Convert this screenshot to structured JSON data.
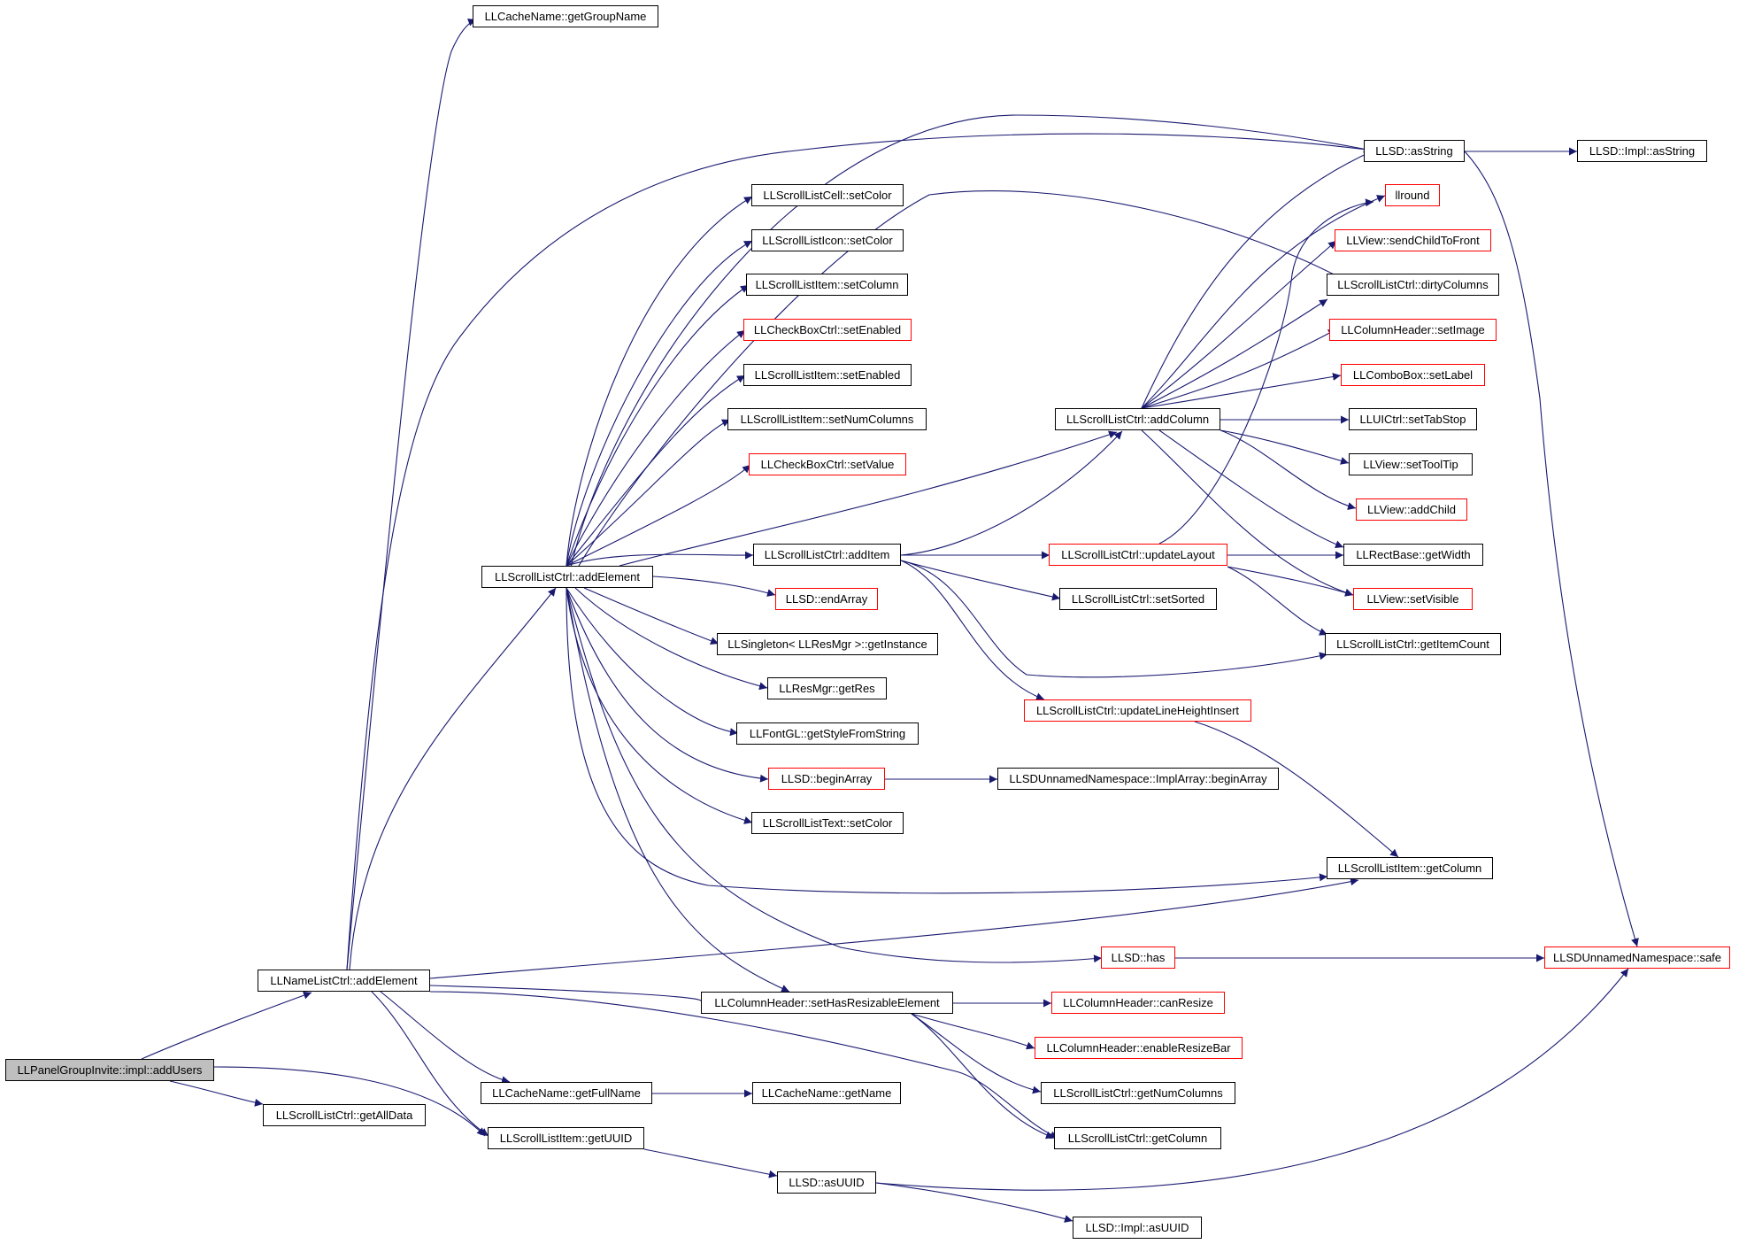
{
  "colors": {
    "edge": "#191970",
    "normal_border": "#000000",
    "truncated_border": "#ff0000",
    "root_fill": "#bfbfbf"
  },
  "nodes": {
    "n_getgroupname": "LLCacheName::getGroupName",
    "n_asstring": "LLSD::asString",
    "n_impl_asstring": "LLSD::Impl::asString",
    "n_cell_setcolor": "LLScrollListCell::setColor",
    "n_llround": "llround",
    "n_icon_setcolor": "LLScrollListIcon::setColor",
    "n_sendchildtofront": "LLView::sendChildToFront",
    "n_item_setcolumn": "LLScrollListItem::setColumn",
    "n_dirtycolumns": "LLScrollListCtrl::dirtyColumns",
    "n_checkbox_setenabled": "LLCheckBoxCtrl::setEnabled",
    "n_setimage": "LLColumnHeader::setImage",
    "n_item_setenabled": "LLScrollListItem::setEnabled",
    "n_combobox_setlabel": "LLComboBox::setLabel",
    "n_setnumcolumns": "LLScrollListItem::setNumColumns",
    "n_addcolumn": "LLScrollListCtrl::addColumn",
    "n_settabstop": "LLUICtrl::setTabStop",
    "n_checkbox_setvalue": "LLCheckBoxCtrl::setValue",
    "n_settooltip": "LLView::setToolTip",
    "n_addchild": "LLView::addChild",
    "n_additem": "LLScrollListCtrl::addItem",
    "n_updatelayout": "LLScrollListCtrl::updateLayout",
    "n_getwidth": "LLRectBase::getWidth",
    "n_ctrl_addelement": "LLScrollListCtrl::addElement",
    "n_endarray": "LLSD::endArray",
    "n_setsorted": "LLScrollListCtrl::setSorted",
    "n_setvisible": "LLView::setVisible",
    "n_getinstance": "LLSingleton< LLResMgr >::getInstance",
    "n_getitemcount": "LLScrollListCtrl::getItemCount",
    "n_getres": "LLResMgr::getRes",
    "n_updatelineheight": "LLScrollListCtrl::updateLineHeightInsert",
    "n_getstylefromstring": "LLFontGL::getStyleFromString",
    "n_beginarray": "LLSD::beginArray",
    "n_implarray_beginarray": "LLSDUnnamedNamespace::ImplArray::beginArray",
    "n_text_setcolor": "LLScrollListText::setColor",
    "n_item_getcolumn": "LLScrollListItem::getColumn",
    "n_llsd_has": "LLSD::has",
    "n_safe": "LLSDUnnamedNamespace::safe",
    "n_namelist_addelement": "LLNameListCtrl::addElement",
    "n_sethasresizable": "LLColumnHeader::setHasResizableElement",
    "n_canresize": "LLColumnHeader::canResize",
    "n_enableresizebar": "LLColumnHeader::enableResizeBar",
    "n_addusers": "LLPanelGroupInvite::impl::addUsers",
    "n_getfullname": "LLCacheName::getFullName",
    "n_getname": "LLCacheName::getName",
    "n_getnumcolumns": "LLScrollListCtrl::getNumColumns",
    "n_getalldata": "LLScrollListCtrl::getAllData",
    "n_getuuid": "LLScrollListItem::getUUID",
    "n_ctrl_getcolumn": "LLScrollListCtrl::getColumn",
    "n_asuuid": "LLSD::asUUID",
    "n_impl_asuuid": "LLSD::Impl::asUUID"
  }
}
